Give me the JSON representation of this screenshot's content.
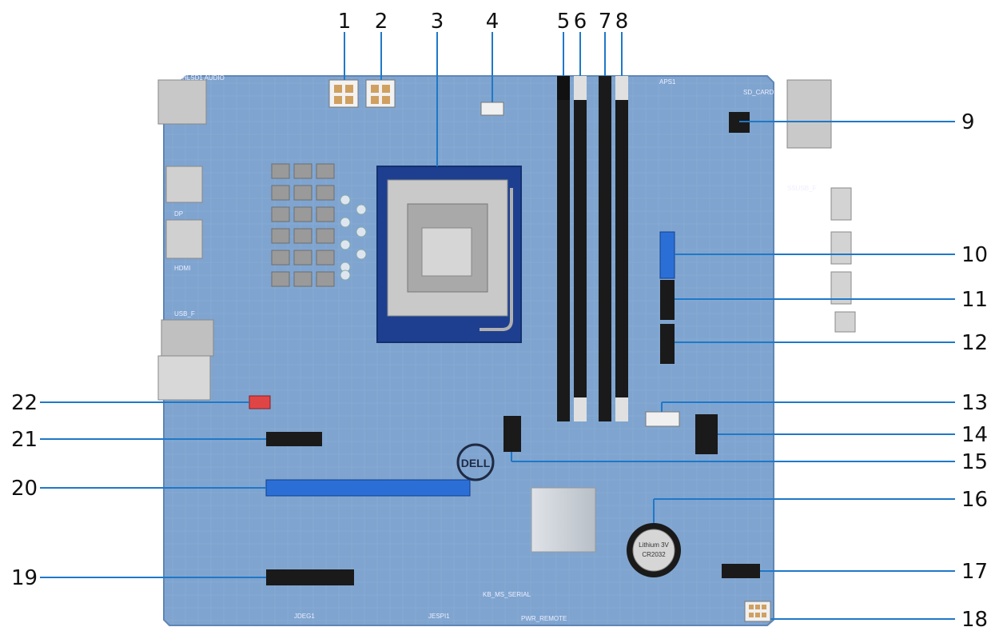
{
  "callouts": [
    {
      "id": "1",
      "label": "1"
    },
    {
      "id": "2",
      "label": "2"
    },
    {
      "id": "3",
      "label": "3"
    },
    {
      "id": "4",
      "label": "4"
    },
    {
      "id": "5",
      "label": "5"
    },
    {
      "id": "6",
      "label": "6"
    },
    {
      "id": "7",
      "label": "7"
    },
    {
      "id": "8",
      "label": "8"
    },
    {
      "id": "9",
      "label": "9"
    },
    {
      "id": "10",
      "label": "10"
    },
    {
      "id": "11",
      "label": "11"
    },
    {
      "id": "12",
      "label": "12"
    },
    {
      "id": "13",
      "label": "13"
    },
    {
      "id": "14",
      "label": "14"
    },
    {
      "id": "15",
      "label": "15"
    },
    {
      "id": "16",
      "label": "16"
    },
    {
      "id": "17",
      "label": "17"
    },
    {
      "id": "18",
      "label": "18"
    },
    {
      "id": "19",
      "label": "19"
    },
    {
      "id": "20",
      "label": "20"
    },
    {
      "id": "21",
      "label": "21"
    },
    {
      "id": "22",
      "label": "22"
    }
  ],
  "board": {
    "brand_logo": "DELL",
    "silkscreen": {
      "audio": "HLSD1 AUDIO",
      "dp": "DP",
      "hdmi": "HDMI",
      "usb": "USB_F",
      "apsi": "APS1",
      "sd_card": "SD_CARD",
      "ssusb": "SSUSB_F",
      "battery_text": "Lithium 3V",
      "battery_model": "CR2032",
      "kb_ms_serial": "KB_MS_SERIAL",
      "pwr_remote": "PWR_REMOTE",
      "jesp": "JESPI1",
      "jdeg": "JDEG1"
    }
  },
  "colors": {
    "board": "#7fa4cf",
    "board_dark": "#5f86b6",
    "slot_blue": "#2b6fd6",
    "slot_black": "#1a1a1a",
    "socket": "#1e3f8f",
    "connector_white": "#f2f2f2",
    "leader": "#1f78c8",
    "fan_red": "#e04545"
  }
}
